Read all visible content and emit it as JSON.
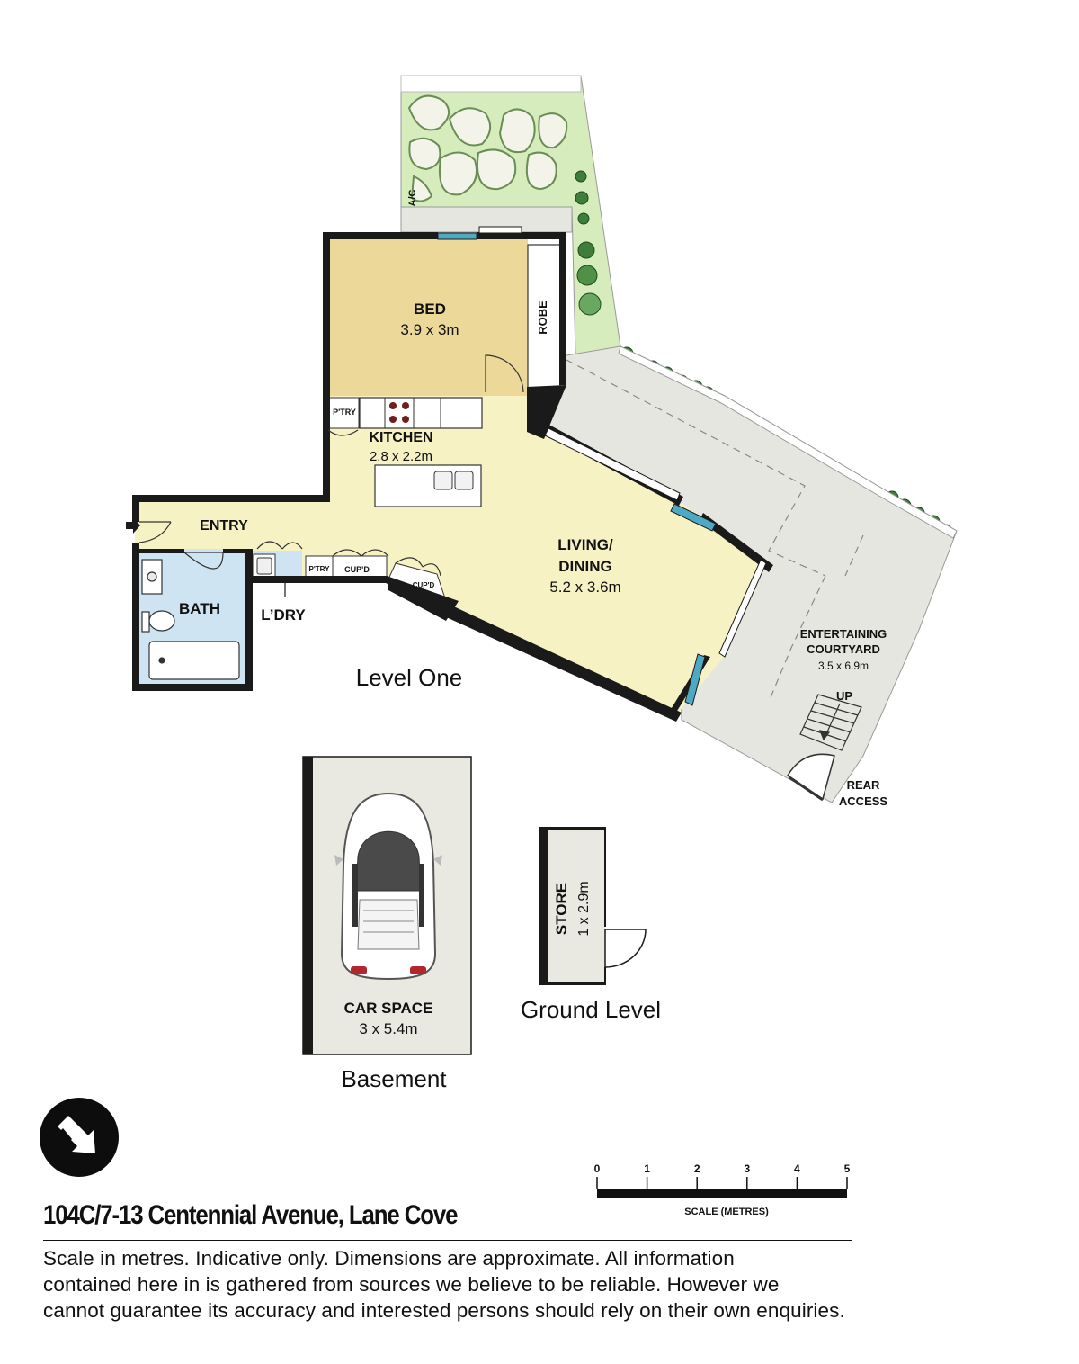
{
  "levels": {
    "level_one": "Level One",
    "ground": "Ground Level",
    "basement": "Basement"
  },
  "rooms": {
    "bed": {
      "name": "BED",
      "dims": "3.9 x 3m"
    },
    "robe": "ROBE",
    "pantry_kitchen": "P'TRY",
    "kitchen": {
      "name": "KITCHEN",
      "dims": "2.8 x 2.2m"
    },
    "entry": "ENTRY",
    "bath": "BATH",
    "laundry": "L’DRY",
    "pantry_hall": "P'TRY",
    "cupboard_1": "CUP'D",
    "cupboard_2": "CUP'D",
    "living": {
      "line1": "LIVING/",
      "line2": "DINING",
      "dims": "5.2 x 3.6m"
    },
    "courtyard": {
      "line1": "ENTERTAINING",
      "line2": "COURTYARD",
      "dims": "3.5 x 6.9m"
    },
    "stairs_up": "UP",
    "rear_access": {
      "line1": "REAR",
      "line2": "ACCESS"
    },
    "ac": "A/C",
    "car_space": {
      "name": "CAR SPACE",
      "dims": "3 x 5.4m"
    },
    "store": {
      "name": "STORE",
      "dims": "1 x 2.9m"
    }
  },
  "scale": {
    "ticks": [
      "0",
      "1",
      "2",
      "3",
      "4",
      "5"
    ],
    "label": "SCALE (METRES)"
  },
  "address": "104C/7-13 Centennial Avenue, Lane Cove",
  "disclaimer": {
    "line1": "Scale in metres. Indicative only. Dimensions are approximate. All information",
    "line2": "contained here in is gathered from sources we believe to be reliable. However we",
    "line3": "cannot guarantee its accuracy and interested persons should rely on their own enquiries."
  },
  "colors": {
    "wall": "#1a1a1a",
    "bed_floor": "#ecd99a",
    "living_floor": "#f6f2c4",
    "wet_floor": "#cfe4f2",
    "courtyard": "#e6e6e1",
    "garden": "#d7ecbd",
    "plant": "#3e7d3a",
    "window": "#4ea9c4",
    "basement_floor": "#e9e9e2"
  },
  "icons": {
    "compass": "compass-north-arrow-icon",
    "entry_arrow": "entry-arrow-icon"
  }
}
